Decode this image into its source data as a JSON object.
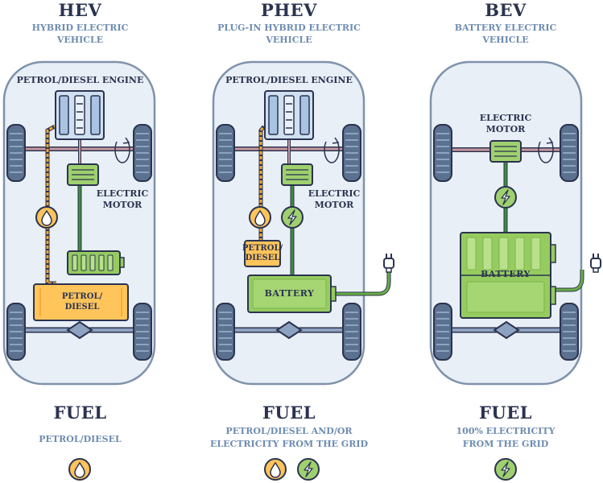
{
  "columns": [
    {
      "code": "HEV",
      "subtitle_lines": [
        "HYBRID ELECTRIC",
        "VEHICLE"
      ],
      "engine_label": "PETROL/DIESEL ENGINE",
      "motor_label_lines": [
        "ELECTRIC",
        "MOTOR"
      ],
      "tank_label_lines": [
        "PETROL/",
        "DIESEL"
      ],
      "fuel_heading": "FUEL",
      "fuel_lines": [
        "PETROL/DIESEL"
      ],
      "fuel_icons": [
        "fuel-drop-icon"
      ]
    },
    {
      "code": "PHEV",
      "subtitle_lines": [
        "PLUG-IN HYBRID ELECTRIC",
        "VEHICLE"
      ],
      "engine_label": "PETROL/DIESEL ENGINE",
      "motor_label_lines": [
        "ELECTRIC",
        "MOTOR"
      ],
      "tank_label_lines": [
        "PETROL/",
        "DIESEL"
      ],
      "battery_label": "BATTERY",
      "fuel_heading": "FUEL",
      "fuel_lines": [
        "PETROL/DIESEL AND/OR",
        "ELECTRICITY FROM THE GRID"
      ],
      "fuel_icons": [
        "fuel-drop-icon",
        "lightning-icon"
      ]
    },
    {
      "code": "BEV",
      "subtitle_lines": [
        "BATTERY ELECTRIC",
        "VEHICLE"
      ],
      "motor_label_lines": [
        "ELECTRIC",
        "MOTOR"
      ],
      "battery_label": "BATTERY",
      "fuel_heading": "FUEL",
      "fuel_lines": [
        "100% ELECTRICITY",
        "FROM THE GRID"
      ],
      "fuel_icons": [
        "lightning-icon"
      ]
    }
  ],
  "colors": {
    "heading": "#2b3350",
    "subtitle": "#6e8cb0",
    "car_body": "#e8eff6",
    "car_stroke": "#7f92ab",
    "engine": "#cfe0f1",
    "axle": "#c99aa0",
    "motor": "#9fd06e",
    "battery": "#96cc5f",
    "tank": "#ffc45a",
    "fuel_line": "#f2a72e",
    "wire": "#3e8f3a",
    "drivetrain": "#8da2c0"
  }
}
